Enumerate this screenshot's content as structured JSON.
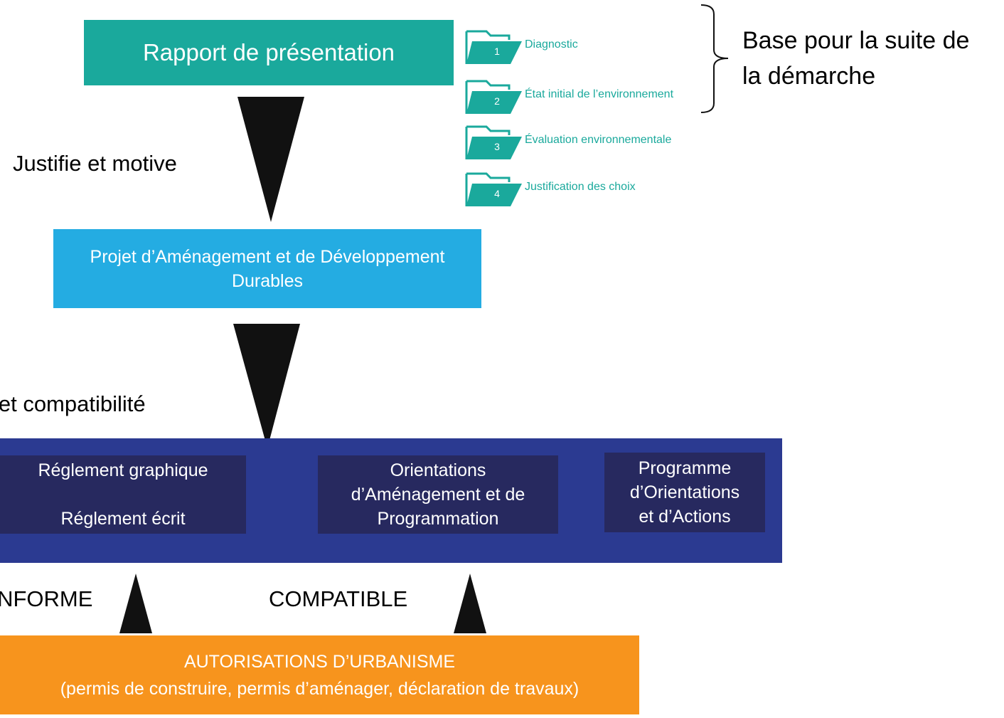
{
  "rapport": {
    "title": "Rapport de présentation"
  },
  "folders": [
    {
      "num": "1",
      "label": "Diagnostic"
    },
    {
      "num": "2",
      "label": "État initial de l’environnement"
    },
    {
      "num": "3",
      "label": "Évaluation environnementale"
    },
    {
      "num": "4",
      "label": "Justification des choix"
    }
  ],
  "base_note": {
    "line1": "Base pour la suite de",
    "line2": "la démarche"
  },
  "arrow_labels": {
    "justifie": "Justifie et motive",
    "compatibilite": "e et compatibilité",
    "conforme": "ONFORME",
    "compatible": "COMPATIBLE"
  },
  "padd": {
    "line1": "Projet d’Aménagement et de Développement",
    "line2": "Durables"
  },
  "documents": {
    "reglement_graphique": "Réglement graphique",
    "reglement_ecrit": "Réglement écrit",
    "oap": {
      "line1": "Orientations",
      "line2": "d’Aménagement et de",
      "line3": "Programmation"
    },
    "poa": {
      "line1": "Programme",
      "line2": "d’Orientations",
      "line3": "et d’Actions"
    }
  },
  "autorisations": {
    "title": "AUTORISATIONS D’URBANISME",
    "subtitle": "(permis de construire, permis d’aménager, déclaration de travaux)"
  },
  "colors": {
    "teal": "#1aa99c",
    "light_blue": "#24ace2",
    "dark_blue": "#2b3a91",
    "navy": "#27295f",
    "orange": "#f7941d"
  }
}
